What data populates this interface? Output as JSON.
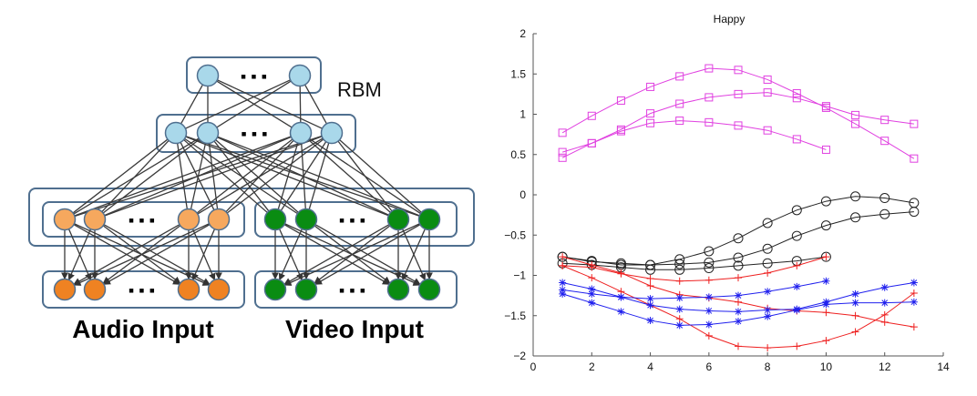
{
  "diagram": {
    "rbm_label": "RBM",
    "audio_label": "Audio Input",
    "video_label": "Video Input",
    "ellipsis": "▪ ▪ ▪",
    "colors": {
      "shared": "#a9d8ea",
      "audio_hidden": "#f6a85e",
      "audio_input": "#ef8222",
      "video": "#0a8c12",
      "box": "#4f6f8f"
    }
  },
  "chart_data": {
    "type": "line",
    "title": "Happy",
    "xlabel": "",
    "ylabel": "",
    "xlim": [
      0,
      14
    ],
    "ylim": [
      -2,
      2
    ],
    "xticks": [
      0,
      2,
      4,
      6,
      8,
      10,
      12,
      14
    ],
    "yticks": [
      -2,
      -1.5,
      -1,
      -0.5,
      0,
      0.5,
      1,
      1.5,
      2
    ],
    "ytick_labels": [
      "−2",
      "−1.5",
      "−1",
      "−0.5",
      "0",
      "0.5",
      "1",
      "1.5",
      "2"
    ],
    "grid": false,
    "series": [
      {
        "name": "magenta-1",
        "color": "#e040e0",
        "marker": "square",
        "values": [
          0.77,
          0.98,
          1.17,
          1.34,
          1.47,
          1.57,
          1.55,
          1.43,
          1.26,
          1.08,
          0.88,
          0.67,
          0.45
        ]
      },
      {
        "name": "magenta-2",
        "color": "#e040e0",
        "marker": "square",
        "values": [
          0.53,
          0.64,
          0.81,
          1.01,
          1.13,
          1.21,
          1.25,
          1.27,
          1.2,
          1.1,
          0.99,
          0.93,
          0.88
        ]
      },
      {
        "name": "magenta-3",
        "color": "#e040e0",
        "marker": "square",
        "values": [
          0.46,
          0.64,
          0.79,
          0.89,
          0.92,
          0.9,
          0.86,
          0.8,
          0.69,
          0.56
        ]
      },
      {
        "name": "black-1",
        "color": "#222222",
        "marker": "circle",
        "values": [
          -0.77,
          -0.82,
          -0.87,
          -0.87,
          -0.8,
          -0.7,
          -0.54,
          -0.35,
          -0.19,
          -0.08,
          -0.02,
          -0.04,
          -0.1
        ]
      },
      {
        "name": "black-2",
        "color": "#222222",
        "marker": "circle",
        "values": [
          -0.77,
          -0.83,
          -0.85,
          -0.87,
          -0.86,
          -0.84,
          -0.78,
          -0.67,
          -0.51,
          -0.38,
          -0.28,
          -0.24,
          -0.21
        ]
      },
      {
        "name": "black-3",
        "color": "#222222",
        "marker": "circle",
        "values": [
          -0.85,
          -0.87,
          -0.9,
          -0.93,
          -0.93,
          -0.91,
          -0.88,
          -0.85,
          -0.82,
          -0.77
        ]
      },
      {
        "name": "red-1",
        "color": "#ee2020",
        "marker": "plus",
        "values": [
          -0.88,
          -0.9,
          -0.98,
          -1.04,
          -1.07,
          -1.06,
          -1.03,
          -0.97,
          -0.88,
          -0.77
        ]
      },
      {
        "name": "red-2",
        "color": "#ee2020",
        "marker": "plus",
        "values": [
          -0.77,
          -0.87,
          -0.97,
          -1.13,
          -1.24,
          -1.28,
          -1.33,
          -1.41,
          -1.44,
          -1.46,
          -1.5,
          -1.58,
          -1.64
        ]
      },
      {
        "name": "red-3",
        "color": "#ee2020",
        "marker": "plus",
        "values": [
          -0.88,
          -1.03,
          -1.2,
          -1.37,
          -1.54,
          -1.75,
          -1.88,
          -1.9,
          -1.88,
          -1.81,
          -1.7,
          -1.49,
          -1.22
        ]
      },
      {
        "name": "blue-1",
        "color": "#2020ee",
        "marker": "star",
        "values": [
          -1.09,
          -1.17,
          -1.27,
          -1.29,
          -1.28,
          -1.27,
          -1.25,
          -1.2,
          -1.14,
          -1.07
        ]
      },
      {
        "name": "blue-2",
        "color": "#2020ee",
        "marker": "star",
        "values": [
          -1.18,
          -1.23,
          -1.27,
          -1.37,
          -1.42,
          -1.44,
          -1.45,
          -1.43,
          -1.42,
          -1.33,
          -1.23,
          -1.15,
          -1.09
        ]
      },
      {
        "name": "blue-3",
        "color": "#2020ee",
        "marker": "star",
        "values": [
          -1.23,
          -1.34,
          -1.45,
          -1.56,
          -1.62,
          -1.61,
          -1.57,
          -1.51,
          -1.43,
          -1.36,
          -1.34,
          -1.34,
          -1.33
        ]
      }
    ]
  }
}
